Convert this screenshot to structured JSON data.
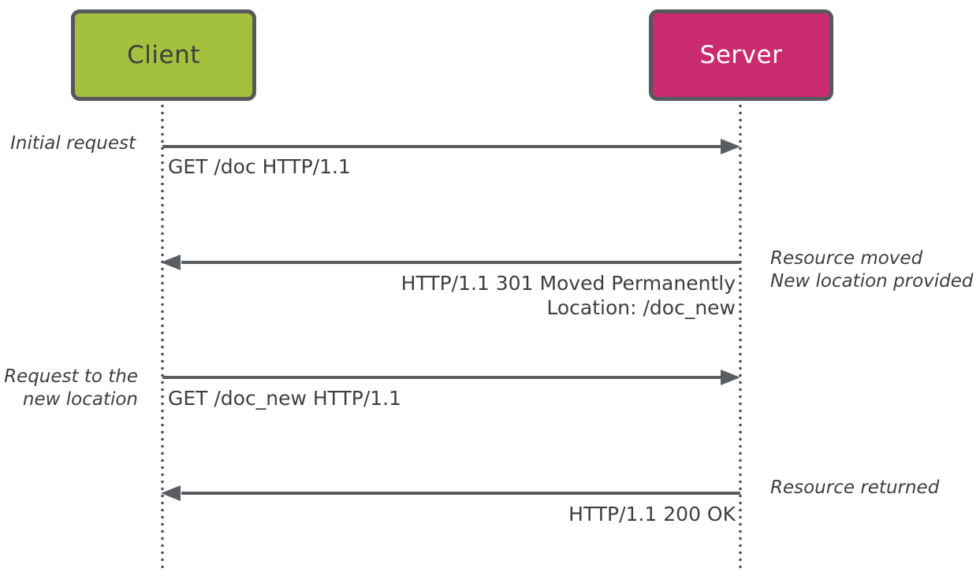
{
  "diagram_type": "sequence-diagram",
  "actors": [
    {
      "id": "client",
      "label": "Client"
    },
    {
      "id": "server",
      "label": "Server"
    }
  ],
  "messages": [
    {
      "from": "client",
      "to": "server",
      "lines": [
        "GET /doc HTTP/1.1"
      ]
    },
    {
      "from": "server",
      "to": "client",
      "lines": [
        "HTTP/1.1 301 Moved Permanently",
        "Location: /doc_new"
      ]
    },
    {
      "from": "client",
      "to": "server",
      "lines": [
        "GET /doc_new HTTP/1.1"
      ]
    },
    {
      "from": "server",
      "to": "client",
      "lines": [
        "HTTP/1.1 200 OK"
      ]
    }
  ],
  "annotations": [
    {
      "side": "left",
      "lines": [
        "Initial request",
        ""
      ]
    },
    {
      "side": "right",
      "lines": [
        "Resource moved",
        "New location provided"
      ]
    },
    {
      "side": "left",
      "lines": [
        "Request to the",
        "new location"
      ]
    },
    {
      "side": "right",
      "lines": [
        "Resource returned",
        ""
      ]
    }
  ],
  "colors": {
    "client-fill": "#a3c13c",
    "server-fill": "#ca2b70",
    "box-border": "#56585c",
    "dark-text": "#3c3f42",
    "light-text": "#ffffff",
    "line": "#5a5d61",
    "dot": "#4c4f53",
    "bg": "#ffffff"
  }
}
